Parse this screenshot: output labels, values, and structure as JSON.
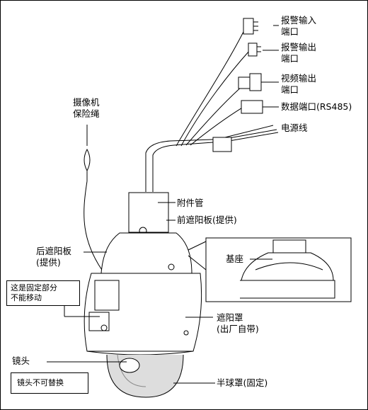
{
  "labels": {
    "alarm_in": "报警输入",
    "alarm_in_2": "端口",
    "alarm_out": "报警输出",
    "alarm_out_2": "端口",
    "video_out": "视频输出",
    "video_out_2": "端口",
    "data_port": "数据端口(RS485)",
    "power": "电源线",
    "safety_wire": "摄像机",
    "safety_wire_2": "保险绳",
    "pipe": "附件管",
    "front_plate": "前遮阳板(提供)",
    "rear_plate": "后遮阳板",
    "rear_plate_2": "(提供)",
    "base": "基座",
    "sunshield": "遮阳罩",
    "sunshield_2": "(出厂自带)",
    "lens": "镜头",
    "dome": "半球罩(固定)"
  },
  "notes": {
    "fixed": "这是固定部分",
    "fixed_2": "不能移动",
    "lens_note": "镜头不可替换"
  }
}
